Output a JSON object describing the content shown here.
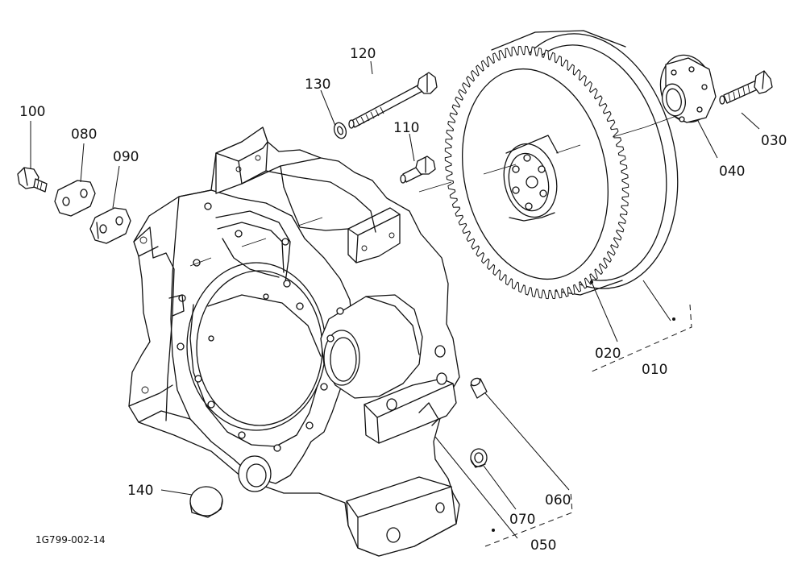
{
  "diagram": {
    "drawing_code": "1G799-002-14",
    "part_labels": [
      {
        "key": "p010",
        "text": "010"
      },
      {
        "key": "p020",
        "text": "020"
      },
      {
        "key": "p030",
        "text": "030"
      },
      {
        "key": "p040",
        "text": "040"
      },
      {
        "key": "p050",
        "text": "050"
      },
      {
        "key": "p060",
        "text": "060"
      },
      {
        "key": "p070",
        "text": "070"
      },
      {
        "key": "p080",
        "text": "080"
      },
      {
        "key": "p090",
        "text": "090"
      },
      {
        "key": "p100",
        "text": "100"
      },
      {
        "key": "p110",
        "text": "110"
      },
      {
        "key": "p120",
        "text": "120"
      },
      {
        "key": "p130",
        "text": "130"
      },
      {
        "key": "p140",
        "text": "140"
      }
    ],
    "gear_teeth": 84
  }
}
